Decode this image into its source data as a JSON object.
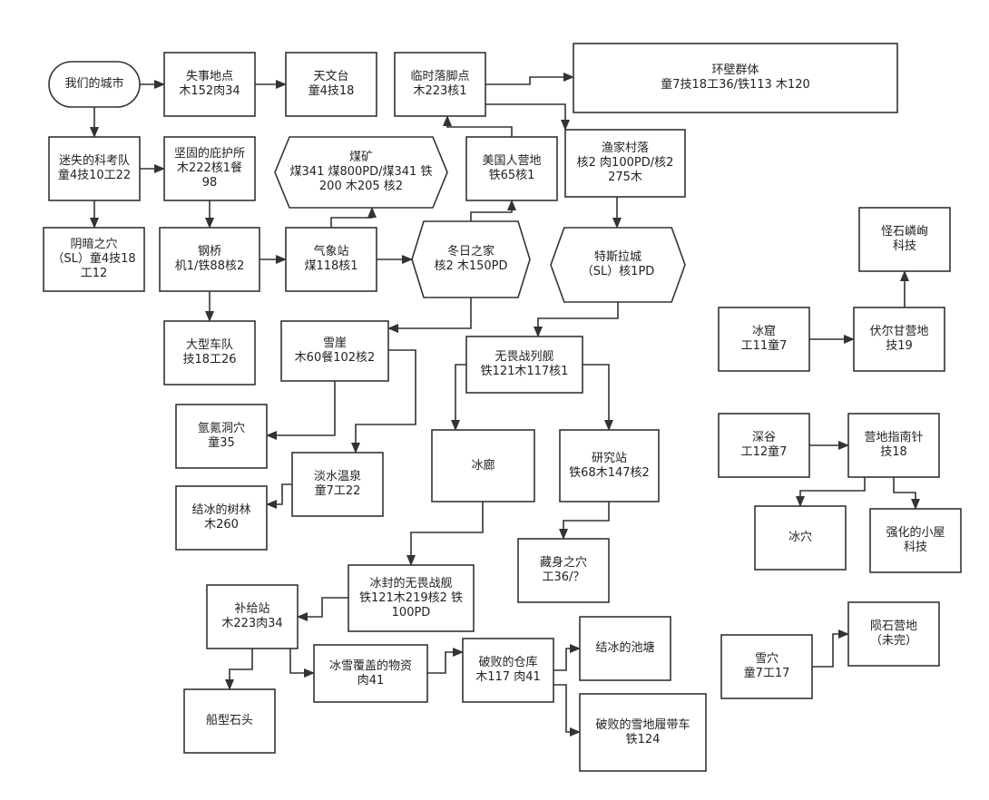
{
  "colors": {
    "stroke": "#333333",
    "fill": "#ffffff",
    "text": "#222222"
  },
  "nodes": [
    {
      "id": "city",
      "shape": "rounded",
      "lines": [
        "我们的城市"
      ]
    },
    {
      "id": "crash",
      "shape": "rect",
      "lines": [
        "失事地点",
        "木152肉34"
      ]
    },
    {
      "id": "observ",
      "shape": "rect",
      "lines": [
        "天文台",
        "童4技18"
      ]
    },
    {
      "id": "foothold",
      "shape": "rect",
      "lines": [
        "临时落脚点",
        "木223核1"
      ]
    },
    {
      "id": "ring",
      "shape": "rect",
      "lines": [
        "环壁群体",
        "童7技18工36/铁113 木120"
      ]
    },
    {
      "id": "lost",
      "shape": "rect",
      "lines": [
        "迷失的科考队",
        "童4技10工22"
      ]
    },
    {
      "id": "shelter",
      "shape": "rect",
      "lines": [
        "坚固的庇护所",
        "木222核1餐",
        "98"
      ]
    },
    {
      "id": "coal",
      "shape": "hex",
      "lines": [
        "煤矿",
        "煤341 煤800PD/煤341 铁",
        "200 木205 核2"
      ]
    },
    {
      "id": "american",
      "shape": "rect",
      "lines": [
        "美国人营地",
        "铁65核1"
      ]
    },
    {
      "id": "fishing",
      "shape": "rect",
      "lines": [
        "渔家村落",
        "核2 肉100PD/核2",
        "275木"
      ]
    },
    {
      "id": "dark",
      "shape": "rect",
      "lines": [
        "阴暗之穴",
        "（SL）童4技18",
        "工12"
      ]
    },
    {
      "id": "bridge",
      "shape": "rect",
      "lines": [
        "钢桥",
        "机1/铁88核2"
      ]
    },
    {
      "id": "weather",
      "shape": "rect",
      "lines": [
        "气象站",
        "煤118核1"
      ]
    },
    {
      "id": "winter",
      "shape": "hex",
      "lines": [
        "冬日之家",
        "核2 木150PD"
      ]
    },
    {
      "id": "tesla",
      "shape": "hex",
      "lines": [
        "特斯拉城",
        "（SL）核1PD"
      ]
    },
    {
      "id": "meteor",
      "shape": "rect",
      "lines": [
        "怪石嶙峋",
        "科技"
      ]
    },
    {
      "id": "convoy",
      "shape": "rect",
      "lines": [
        "大型车队",
        "技18工26"
      ]
    },
    {
      "id": "cliff",
      "shape": "rect",
      "lines": [
        "雪崖",
        "木60餐102核2"
      ]
    },
    {
      "id": "dread",
      "shape": "rect",
      "lines": [
        "无畏战列舰",
        "铁121木117核1"
      ]
    },
    {
      "id": "icecave",
      "shape": "rect",
      "lines": [
        "冰窟",
        "工11童7"
      ]
    },
    {
      "id": "vulcan",
      "shape": "rect",
      "lines": [
        "伏尔甘营地",
        "技19"
      ]
    },
    {
      "id": "argon",
      "shape": "rect",
      "lines": [
        "氩氪洞穴",
        "童35"
      ]
    },
    {
      "id": "spring",
      "shape": "rect",
      "lines": [
        "淡水温泉",
        "童7工22"
      ]
    },
    {
      "id": "corridor",
      "shape": "rect",
      "lines": [
        "冰廊"
      ]
    },
    {
      "id": "research",
      "shape": "rect",
      "lines": [
        "研究站",
        "铁68木147核2"
      ]
    },
    {
      "id": "canyon",
      "shape": "rect",
      "lines": [
        "深谷",
        "工12童7"
      ]
    },
    {
      "id": "compass",
      "shape": "rect",
      "lines": [
        "营地指南针",
        "技18"
      ]
    },
    {
      "id": "forest",
      "shape": "rect",
      "lines": [
        "结冰的树林",
        "木260"
      ]
    },
    {
      "id": "hideout",
      "shape": "rect",
      "lines": [
        "藏身之穴",
        "工36/？"
      ]
    },
    {
      "id": "icehole",
      "shape": "rect",
      "lines": [
        "冰穴"
      ]
    },
    {
      "id": "hut",
      "shape": "rect",
      "lines": [
        "强化的小屋",
        "科技"
      ]
    },
    {
      "id": "frozenship",
      "shape": "rect",
      "lines": [
        "冰封的无畏战舰",
        "铁121木219核2 铁",
        "100PD"
      ]
    },
    {
      "id": "supply",
      "shape": "rect",
      "lines": [
        "补给站",
        "木223肉34"
      ]
    },
    {
      "id": "snowcache",
      "shape": "rect",
      "lines": [
        "冰雪覆盖的物资",
        "肉41"
      ]
    },
    {
      "id": "warehouse",
      "shape": "rect",
      "lines": [
        "破败的仓库",
        "木117 肉41"
      ]
    },
    {
      "id": "pond",
      "shape": "rect",
      "lines": [
        "结冰的池塘"
      ]
    },
    {
      "id": "crawler",
      "shape": "rect",
      "lines": [
        "破败的雪地履带车",
        "铁124"
      ]
    },
    {
      "id": "stone",
      "shape": "rect",
      "lines": [
        "船型石头"
      ]
    },
    {
      "id": "snowpit",
      "shape": "rect",
      "lines": [
        "雪穴",
        "童7工17"
      ]
    },
    {
      "id": "meteorcamp",
      "shape": "rect",
      "lines": [
        "陨石营地",
        "（未完）"
      ]
    }
  ],
  "edges": [
    [
      "city",
      "crash"
    ],
    [
      "crash",
      "observ"
    ],
    [
      "foothold",
      "ring"
    ],
    [
      "foothold",
      "fishing"
    ],
    [
      "city",
      "lost"
    ],
    [
      "lost",
      "shelter"
    ],
    [
      "lost",
      "dark"
    ],
    [
      "shelter",
      "bridge"
    ],
    [
      "american",
      "foothold"
    ],
    [
      "bridge",
      "weather"
    ],
    [
      "bridge",
      "convoy"
    ],
    [
      "weather",
      "coal"
    ],
    [
      "weather",
      "winter"
    ],
    [
      "winter",
      "american"
    ],
    [
      "fishing",
      "tesla"
    ],
    [
      "winter",
      "cliff"
    ],
    [
      "tesla",
      "dread"
    ],
    [
      "icecave",
      "vulcan"
    ],
    [
      "vulcan",
      "meteor"
    ],
    [
      "cliff",
      "argon"
    ],
    [
      "cliff",
      "spring"
    ],
    [
      "spring",
      "forest"
    ],
    [
      "dread",
      "corridor"
    ],
    [
      "dread",
      "research"
    ],
    [
      "canyon",
      "compass"
    ],
    [
      "compass",
      "icehole"
    ],
    [
      "compass",
      "hut"
    ],
    [
      "research",
      "hideout"
    ],
    [
      "corridor",
      "frozenship"
    ],
    [
      "frozenship",
      "supply"
    ],
    [
      "supply",
      "stone"
    ],
    [
      "supply",
      "snowcache"
    ],
    [
      "snowcache",
      "warehouse"
    ],
    [
      "warehouse",
      "pond"
    ],
    [
      "warehouse",
      "crawler"
    ],
    [
      "snowpit",
      "meteorcamp"
    ]
  ]
}
